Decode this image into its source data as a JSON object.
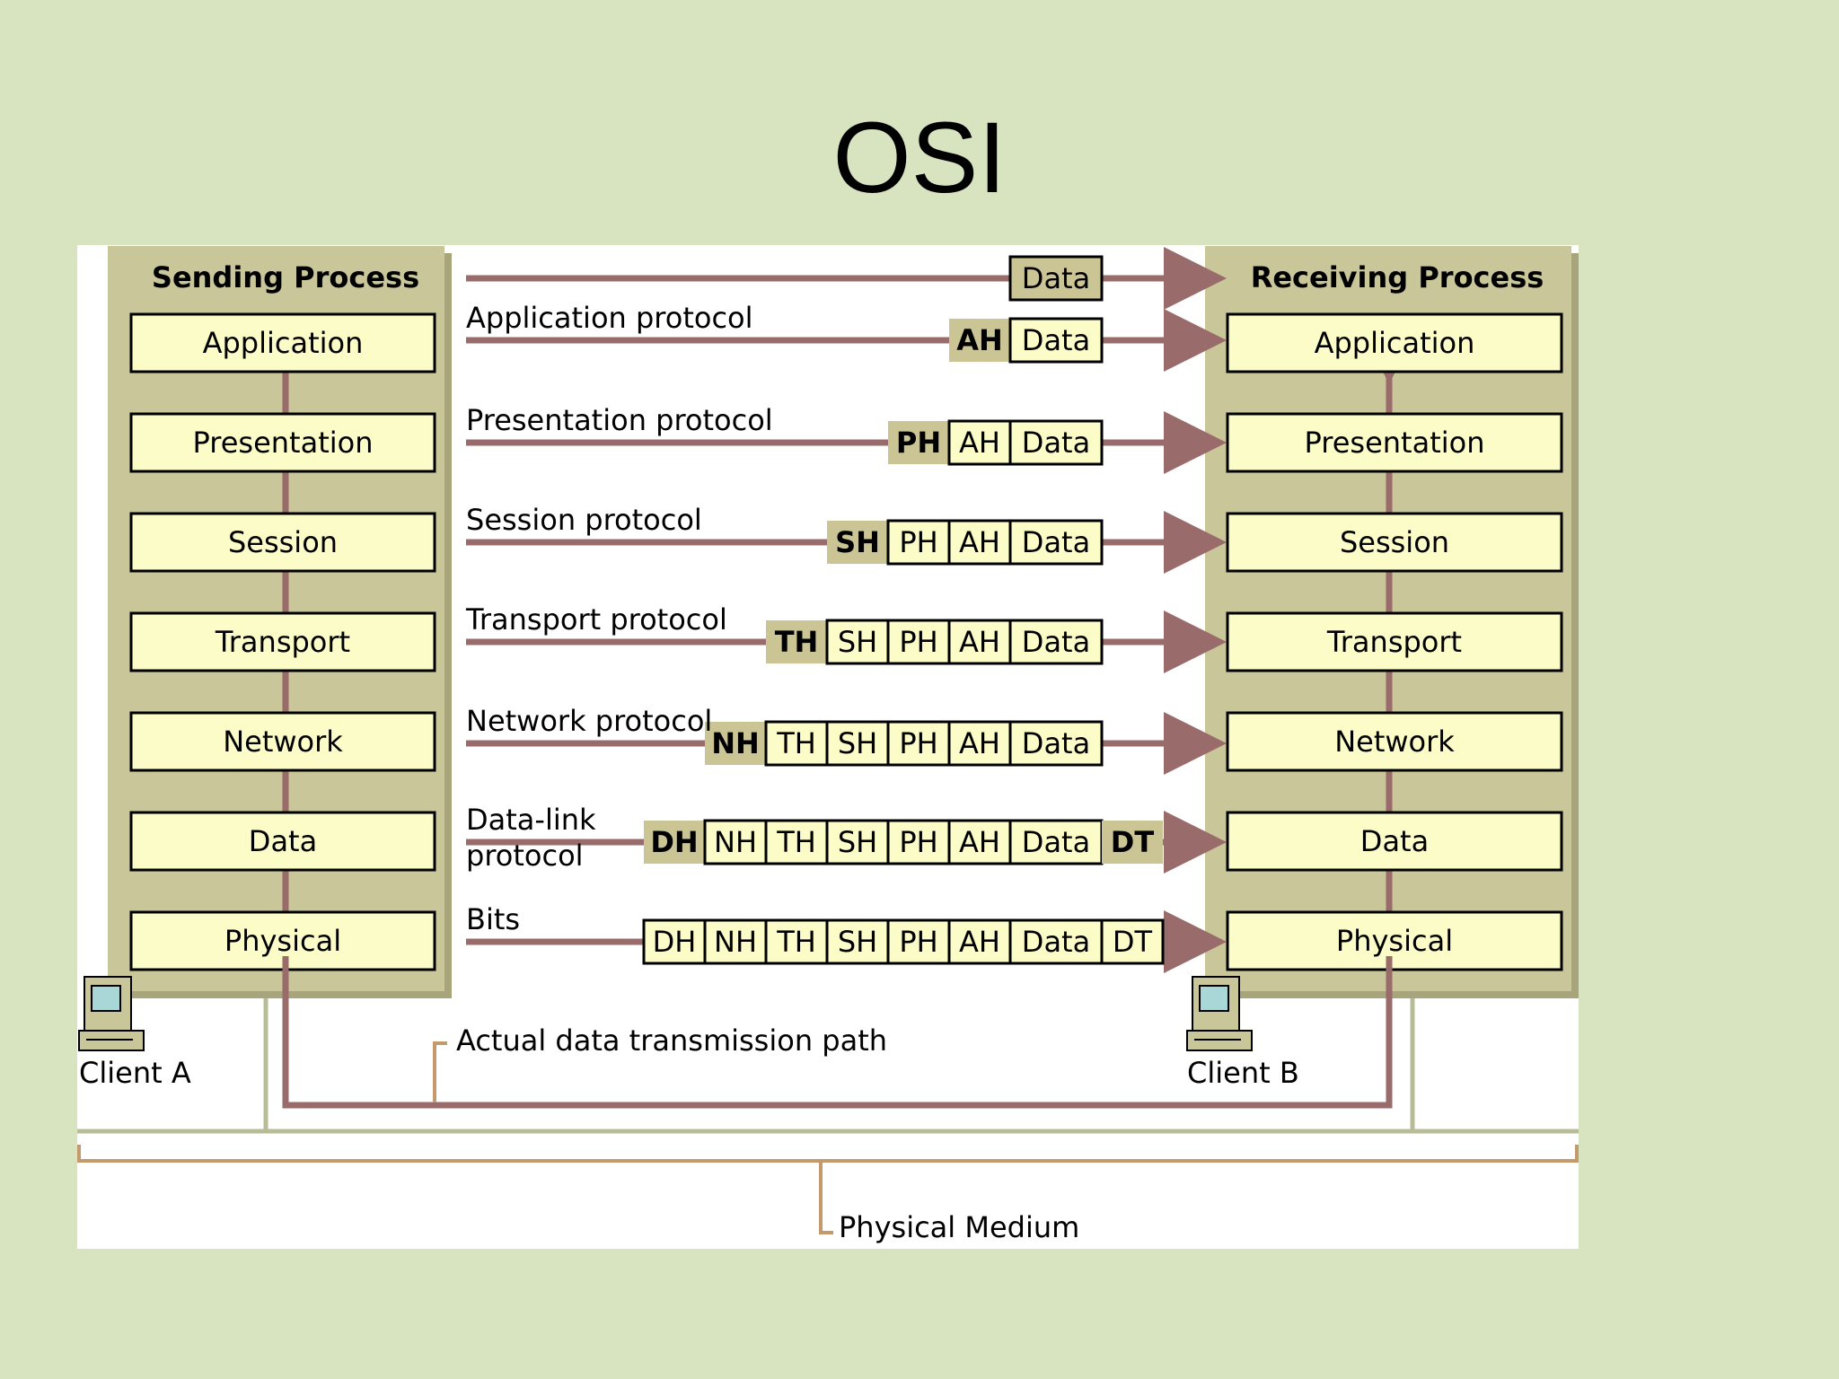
{
  "slide": {
    "title": "OSI"
  },
  "diagram": {
    "sending": {
      "title": "Sending Process",
      "layers": [
        "Application",
        "Presentation",
        "Session",
        "Transport",
        "Network",
        "Data",
        "Physical"
      ]
    },
    "receiving": {
      "title": "Receiving Process",
      "layers": [
        "Application",
        "Presentation",
        "Session",
        "Transport",
        "Network",
        "Data",
        "Physical"
      ]
    },
    "rows": [
      {
        "label": [
          ""
        ],
        "cells": [
          {
            "t": "Data",
            "hl": true
          }
        ]
      },
      {
        "label": [
          "Application protocol"
        ],
        "cells": [
          {
            "t": "AH",
            "hl": true
          },
          {
            "t": "Data"
          }
        ]
      },
      {
        "label": [
          "Presentation protocol"
        ],
        "cells": [
          {
            "t": "PH",
            "hl": true
          },
          {
            "t": "AH"
          },
          {
            "t": "Data"
          }
        ]
      },
      {
        "label": [
          "Session protocol"
        ],
        "cells": [
          {
            "t": "SH",
            "hl": true
          },
          {
            "t": "PH"
          },
          {
            "t": "AH"
          },
          {
            "t": "Data"
          }
        ]
      },
      {
        "label": [
          "Transport protocol"
        ],
        "cells": [
          {
            "t": "TH",
            "hl": true
          },
          {
            "t": "SH"
          },
          {
            "t": "PH"
          },
          {
            "t": "AH"
          },
          {
            "t": "Data"
          }
        ]
      },
      {
        "label": [
          "Network protocol"
        ],
        "cells": [
          {
            "t": "NH",
            "hl": true
          },
          {
            "t": "TH"
          },
          {
            "t": "SH"
          },
          {
            "t": "PH"
          },
          {
            "t": "AH"
          },
          {
            "t": "Data"
          }
        ]
      },
      {
        "label": [
          "Data-link",
          "protocol"
        ],
        "cells": [
          {
            "t": "DH",
            "hl": true
          },
          {
            "t": "NH"
          },
          {
            "t": "TH"
          },
          {
            "t": "SH"
          },
          {
            "t": "PH"
          },
          {
            "t": "AH"
          },
          {
            "t": "Data"
          },
          {
            "t": "DT",
            "hl": true
          }
        ]
      },
      {
        "label": [
          "Bits"
        ],
        "cells": [
          {
            "t": "DH"
          },
          {
            "t": "NH"
          },
          {
            "t": "TH"
          },
          {
            "t": "SH"
          },
          {
            "t": "PH"
          },
          {
            "t": "AH"
          },
          {
            "t": "Data"
          },
          {
            "t": "DT"
          }
        ]
      }
    ],
    "client_a": "Client A",
    "client_b": "Client B",
    "path_label": "Actual data transmission path",
    "medium_label": "Physical Medium",
    "colors": {
      "panel": "#c9c69a",
      "layer_fill": "#fcfcc8",
      "header_hl": "#cbc596",
      "arrow": "#9a6b6b",
      "medium": "#b8bd98",
      "bracket": "#c49a6c"
    }
  }
}
